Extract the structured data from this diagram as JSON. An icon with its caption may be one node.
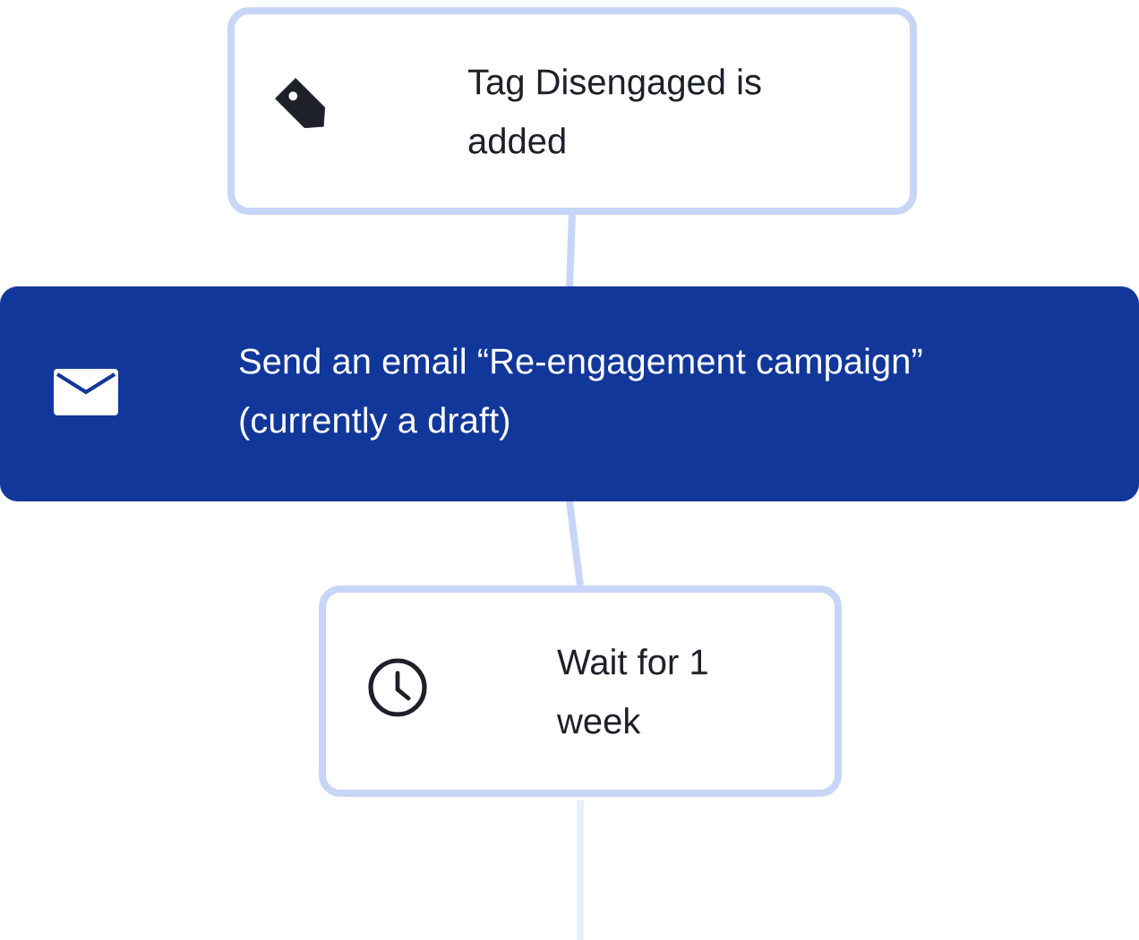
{
  "diagram": {
    "nodes": [
      {
        "text": [
          "Tag Disengaged is added"
        ]
      },
      {
        "text": [
          "Send an email “Re-engagement campaign” (currently a draft)"
        ]
      },
      {
        "text": [
          "Wait for 1 week"
        ]
      }
    ],
    "edges": [
      {
        "from": 0,
        "to": 1,
        "arrow": "none"
      },
      {
        "from": 1,
        "to": 2,
        "arrow": "none"
      },
      {
        "from": 2,
        "to": null,
        "arrow": "none"
      }
    ]
  }
}
